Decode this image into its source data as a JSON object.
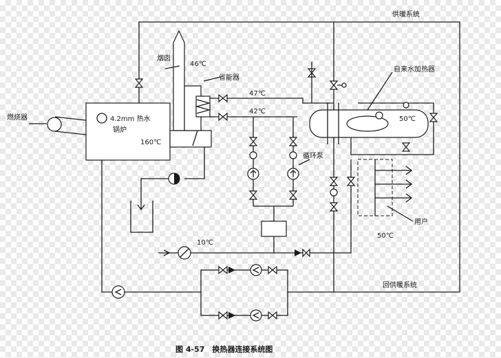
{
  "labels": {
    "heating_system": "供暖系统",
    "chimney": "烟囱",
    "chimney_temp": "46℃",
    "economizer": "省能器",
    "temp_47": "47℃",
    "temp_42": "42℃",
    "tap_water_heater": "自来水加热器",
    "heater_temp": "50℃",
    "burner": "燃烧器",
    "boiler_line1": "4.2mm 热水",
    "boiler_line2": "锅炉",
    "boiler_temp": "160℃",
    "circulation_pump": "循环泵",
    "user": "用户",
    "user_temp": "50℃",
    "inlet_temp": "10℃",
    "return_heating": "回供暖系统"
  },
  "caption": "图 4-57　换热器连接系统图"
}
